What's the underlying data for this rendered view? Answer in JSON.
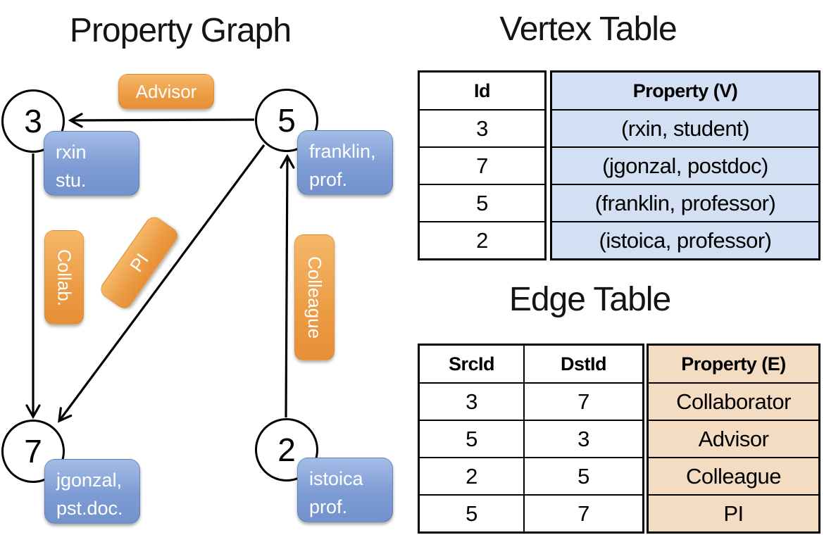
{
  "titles": {
    "graph": "Property Graph",
    "vertex_table": "Vertex Table",
    "edge_table": "Edge Table"
  },
  "graph": {
    "nodes": [
      {
        "id": "3",
        "line1": "rxin",
        "line2": "stu."
      },
      {
        "id": "5",
        "line1": "franklin,",
        "line2": "prof."
      },
      {
        "id": "7",
        "line1": "jgonzal,",
        "line2": "pst.doc."
      },
      {
        "id": "2",
        "line1": "istoica",
        "line2": "prof."
      }
    ],
    "edges": [
      {
        "src": "5",
        "dst": "3",
        "label": "Advisor"
      },
      {
        "src": "3",
        "dst": "7",
        "label": "Collab."
      },
      {
        "src": "5",
        "dst": "7",
        "label": "PI"
      },
      {
        "src": "2",
        "dst": "5",
        "label": "Colleague"
      }
    ]
  },
  "vertex_table": {
    "headers": {
      "id": "Id",
      "property": "Property (V)"
    },
    "rows": [
      {
        "id": "3",
        "property": "(rxin, student)"
      },
      {
        "id": "7",
        "property": "(jgonzal, postdoc)"
      },
      {
        "id": "5",
        "property": "(franklin, professor)"
      },
      {
        "id": "2",
        "property": "(istoica, professor)"
      }
    ]
  },
  "edge_table": {
    "headers": {
      "src": "SrcId",
      "dst": "DstId",
      "property": "Property (E)"
    },
    "rows": [
      {
        "src": "3",
        "dst": "7",
        "property": "Collaborator"
      },
      {
        "src": "5",
        "dst": "3",
        "property": "Advisor"
      },
      {
        "src": "2",
        "dst": "5",
        "property": "Colleague"
      },
      {
        "src": "5",
        "dst": "7",
        "property": "PI"
      }
    ]
  },
  "colors": {
    "node_box_blue": "#7E9CD4",
    "edge_box_orange": "#EC9C44",
    "vertex_cell_blue": "#D3DFF2",
    "edge_cell_orange": "#F4DCC2",
    "stroke": "#000000"
  }
}
